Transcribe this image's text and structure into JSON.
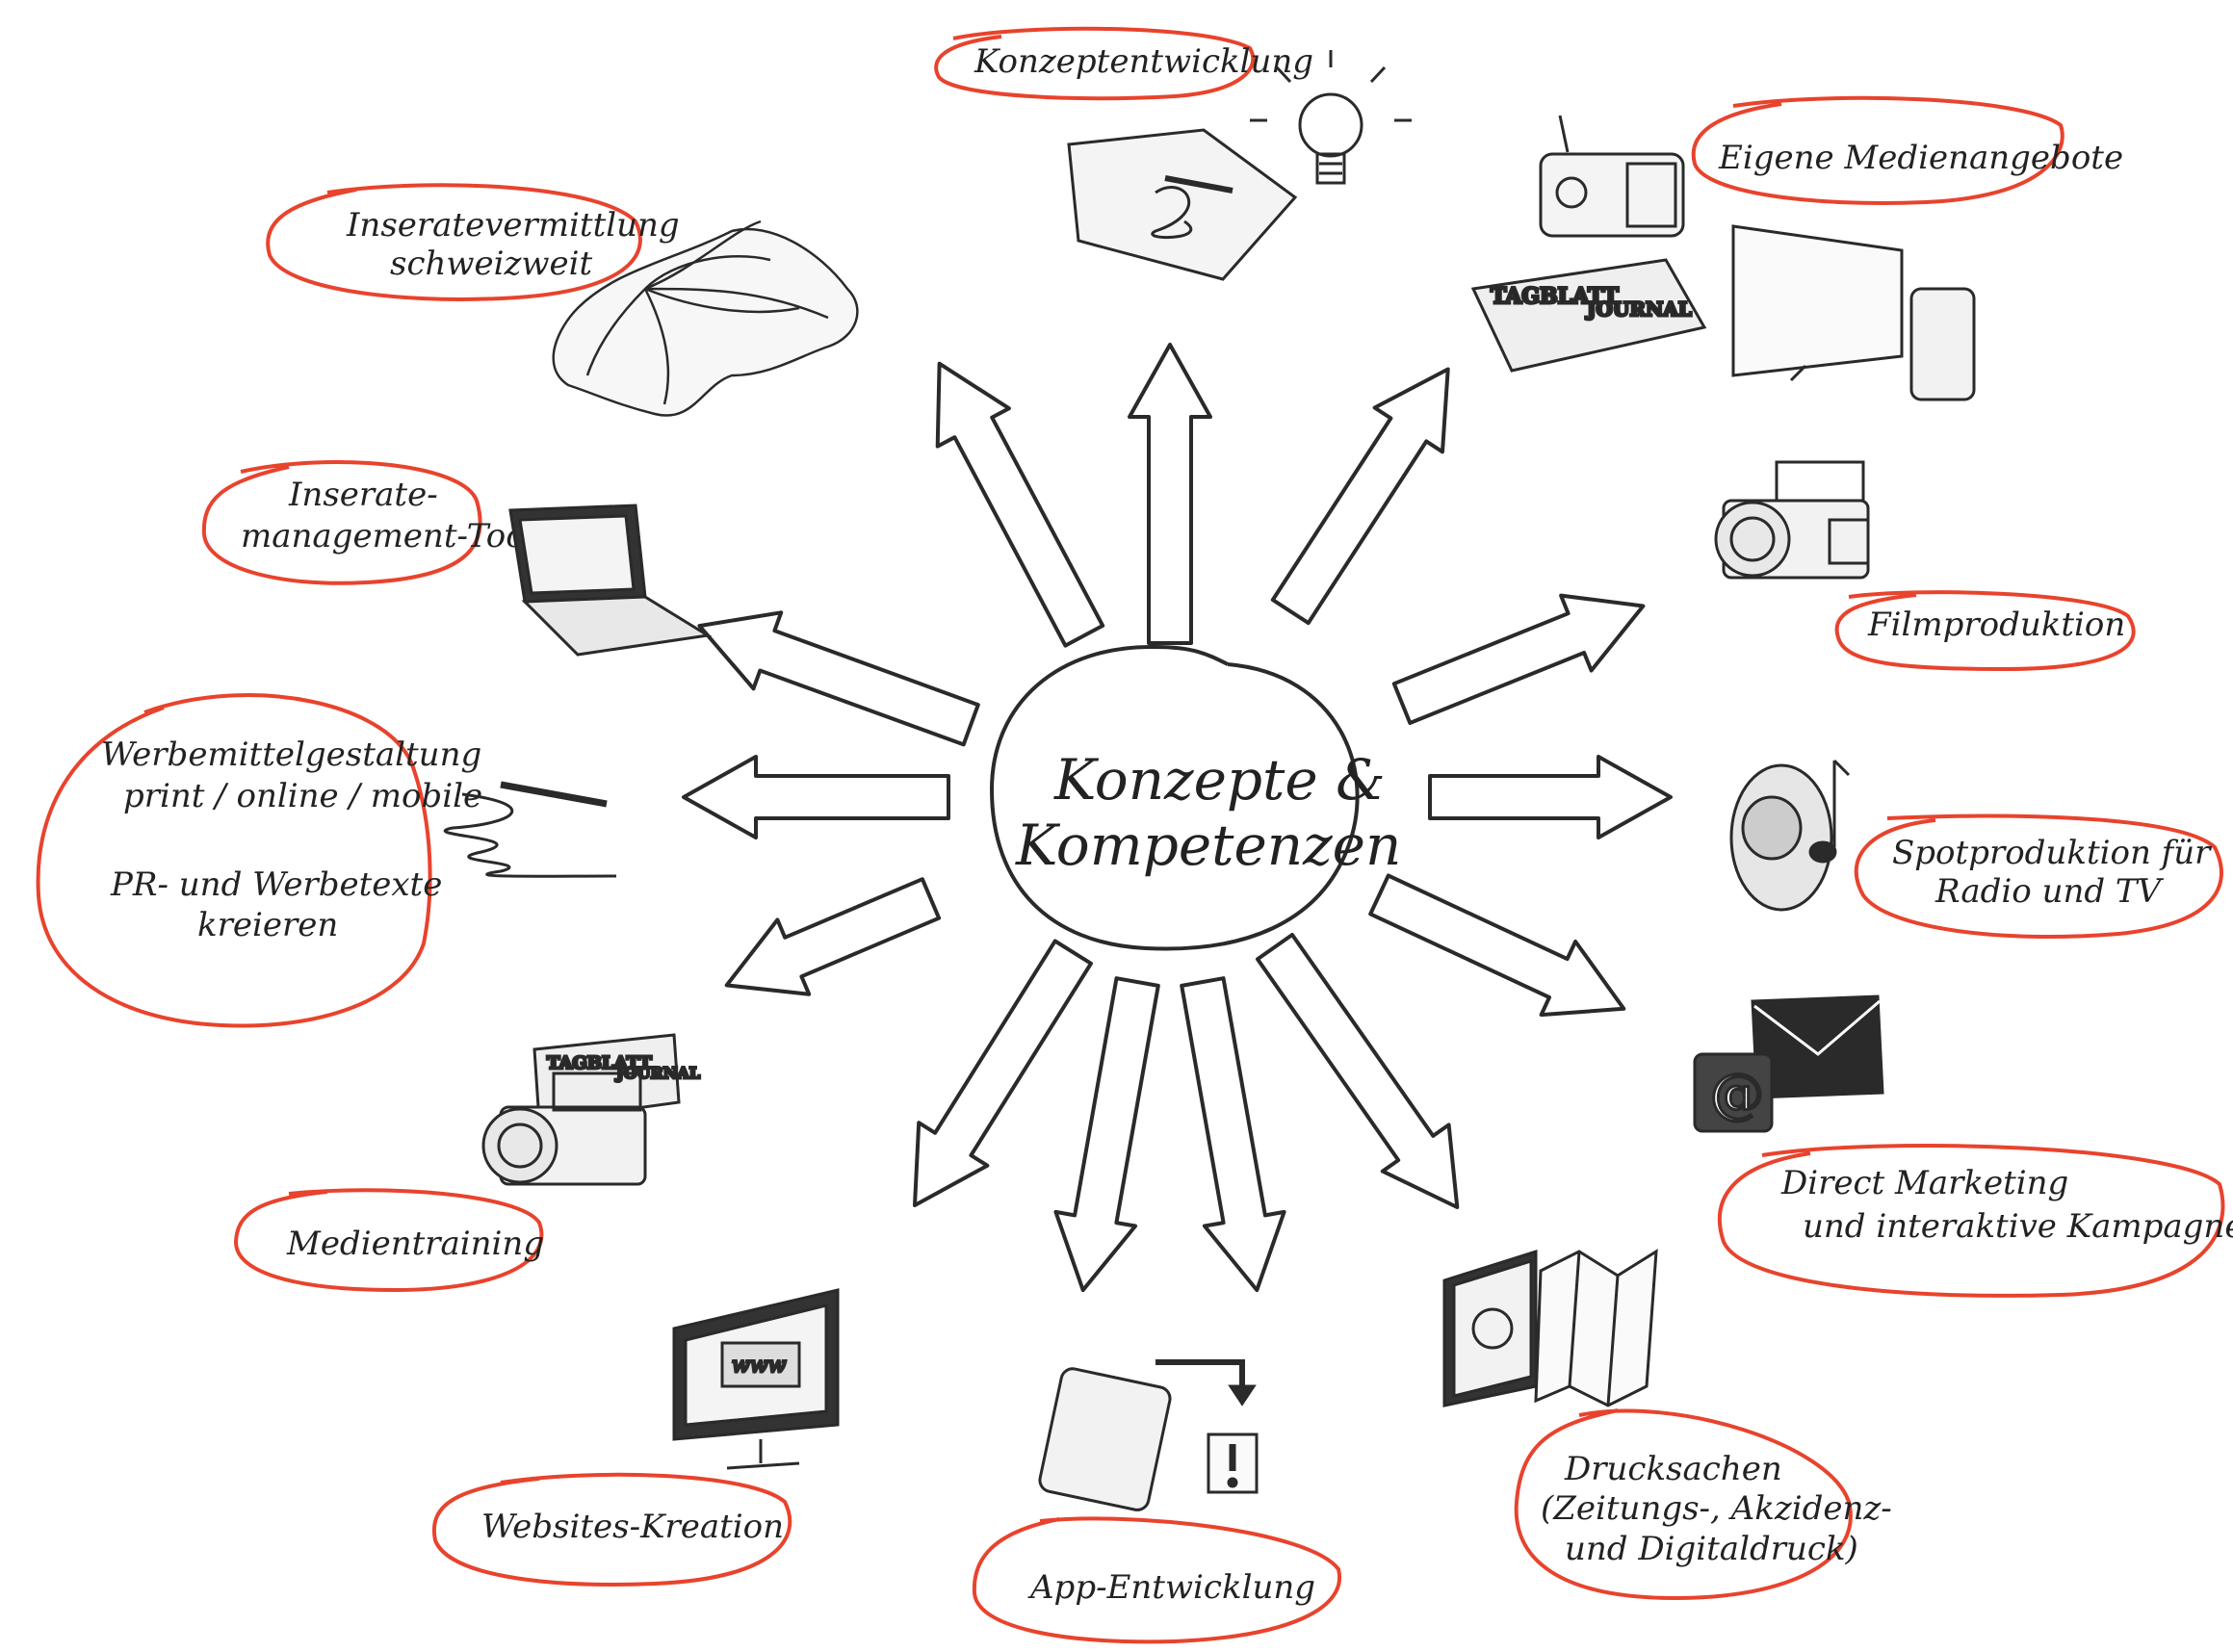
{
  "diagram": {
    "center": {
      "lines": [
        "Konzepte &",
        "Kompetenzen"
      ]
    },
    "nodes": [
      {
        "id": "konzeptentwicklung",
        "lines": [
          "Konzeptentwicklung"
        ],
        "icon": "lightbulb-notepad-icon"
      },
      {
        "id": "eigene-medienangebote",
        "lines": [
          "Eigene Medienangebote"
        ],
        "icon": "radio-newspaper-tv-phone-icon",
        "newspaper": [
          "TAGBLATT",
          "JOURNAL"
        ]
      },
      {
        "id": "filmproduktion",
        "lines": [
          "Filmproduktion"
        ],
        "icon": "video-camera-icon"
      },
      {
        "id": "spotproduktion",
        "lines": [
          "Spotproduktion für",
          "Radio und TV"
        ],
        "icon": "speaker-music-note-icon"
      },
      {
        "id": "direct-marketing",
        "lines": [
          "Direct Marketing",
          "und interaktive Kampagnen"
        ],
        "icon": "envelope-at-icon"
      },
      {
        "id": "drucksachen",
        "lines": [
          "Drucksachen",
          "(Zeitungs-, Akzidenz-",
          "und Digitaldruck)"
        ],
        "icon": "book-map-icon"
      },
      {
        "id": "app-entwicklung",
        "lines": [
          "App-Entwicklung"
        ],
        "icon": "smartphone-alert-icon"
      },
      {
        "id": "websites-kreation",
        "lines": [
          "Websites-Kreation"
        ],
        "icon": "monitor-www-icon",
        "screen_text": "www"
      },
      {
        "id": "medientraining",
        "lines": [
          "Medientraining"
        ],
        "icon": "camera-newspaper-icon",
        "newspaper": [
          "TAGBLATT",
          "JOURNAL"
        ]
      },
      {
        "id": "werbemittelgestaltung",
        "lines": [
          "Werbemittelgestaltung",
          "print / online / mobile",
          "",
          "PR- und Werbetexte",
          "kreieren"
        ],
        "icon": "pen-scribble-icon"
      },
      {
        "id": "inseratemanagement",
        "lines": [
          "Inserate-",
          "management-Tool"
        ],
        "icon": "laptop-icon"
      },
      {
        "id": "inseratevermittlung",
        "lines": [
          "Inseratevermittlung",
          "schweizweit"
        ],
        "icon": "switzerland-map-icon"
      }
    ]
  },
  "colors": {
    "ring": "#e8432d",
    "ink": "#2a2a2a",
    "paper": "#ffffff"
  }
}
